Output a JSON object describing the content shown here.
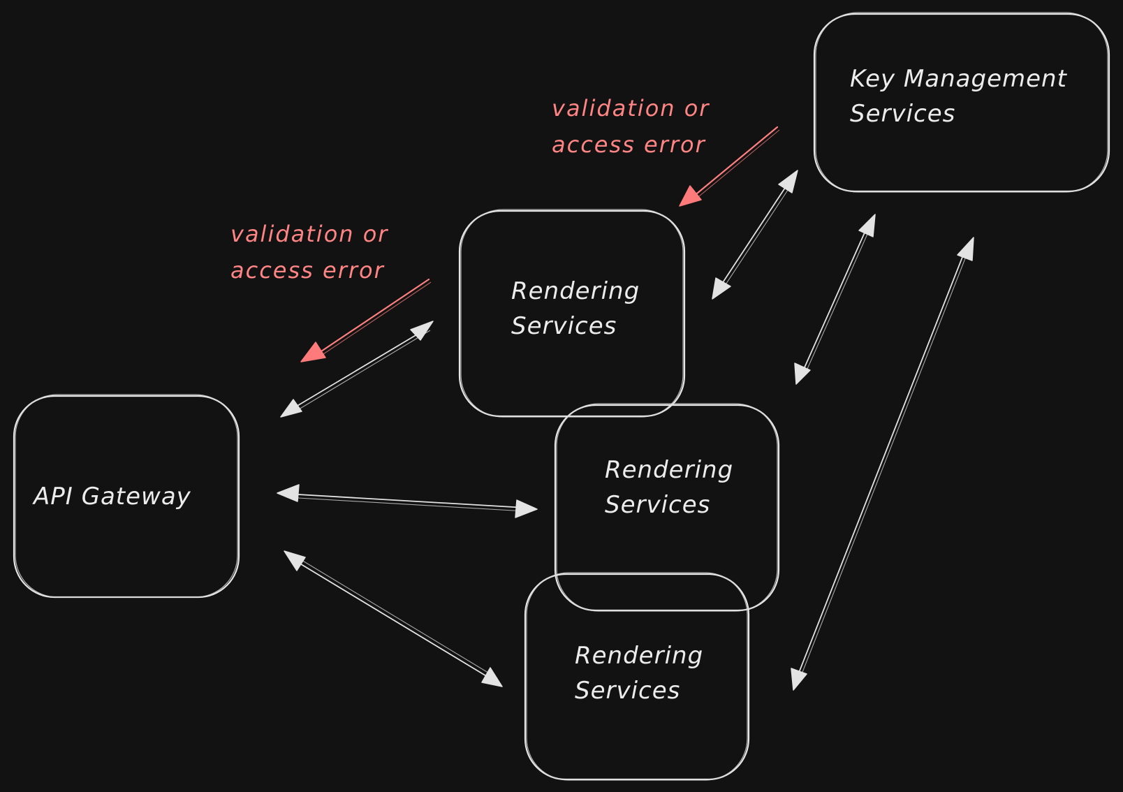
{
  "nodes": {
    "api_gateway": {
      "label": "API Gateway"
    },
    "rendering_1": {
      "line1": "Rendering",
      "line2": "Services"
    },
    "rendering_2": {
      "line1": "Rendering",
      "line2": "Services"
    },
    "rendering_3": {
      "line1": "Rendering",
      "line2": "Services"
    },
    "key_management": {
      "line1": "Key Management",
      "line2": "Services"
    }
  },
  "annotations": {
    "error_1": {
      "line1": "validation or",
      "line2": "access error"
    },
    "error_2": {
      "line1": "validation or",
      "line2": "access error"
    }
  },
  "colors": {
    "background": "#121212",
    "stroke": "#e6e6e6",
    "error": "#ff8080"
  }
}
